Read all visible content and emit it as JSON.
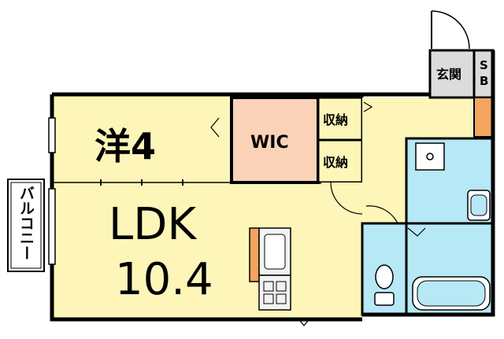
{
  "rooms": {
    "western_room": {
      "label": "洋4"
    },
    "ldk": {
      "label": "LDK",
      "size": "10.4"
    },
    "wic": {
      "label": "WIC"
    },
    "storage_upper": {
      "label": "収納"
    },
    "storage_lower": {
      "label": "収納"
    },
    "entrance": {
      "label": "玄関"
    },
    "shoe_box": {
      "label_line1": "S",
      "label_line2": "B"
    },
    "balcony": {
      "label": "バルコニー"
    }
  },
  "colors": {
    "room_fill": "#fdf6b8",
    "wic_fill": "#f9d2b8",
    "wet_area_fill": "#b7e8f5",
    "entrance_fill": "#dcdcdc",
    "wood_accent": "#f3a45f",
    "wall": "#000000"
  }
}
